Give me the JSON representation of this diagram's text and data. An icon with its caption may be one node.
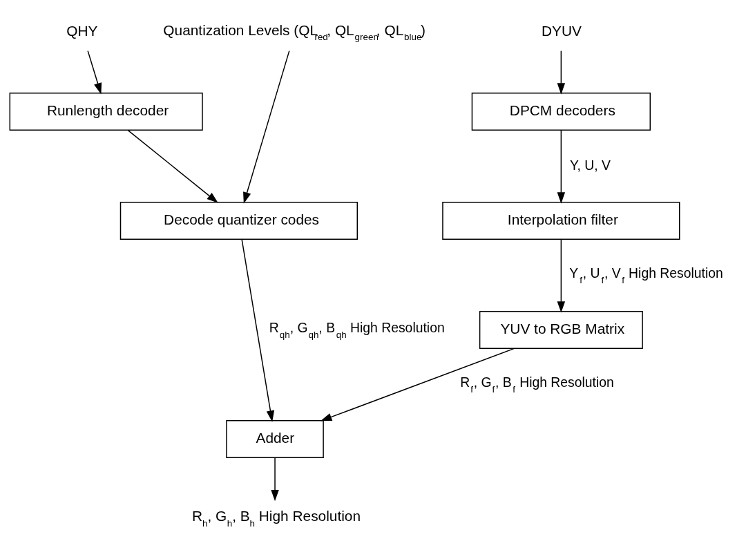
{
  "diagram": {
    "nodes": [
      {
        "text": [
          "QHY"
        ]
      },
      {
        "text": [
          "Quantization Levels (QL$_{red}$, QL$_{green}$, QL$_{blue}$)"
        ]
      },
      {
        "text": [
          "DYUV"
        ]
      },
      {
        "text": [
          "Runlength decoder"
        ]
      },
      {
        "text": [
          "DPCM decoders"
        ]
      },
      {
        "text": [
          "Decode quantizer codes"
        ]
      },
      {
        "text": [
          "Interpolation filter"
        ]
      },
      {
        "text": [
          "YUV to RGB Matrix"
        ]
      },
      {
        "text": [
          "Adder"
        ]
      },
      {
        "text": [
          "R$_{h}$, G$_{h}$, B$_{h}$ High Resolution"
        ]
      }
    ],
    "edges": [
      {
        "from": 0,
        "to": 3,
        "arrow": "to"
      },
      {
        "from": 1,
        "to": 5,
        "arrow": "to"
      },
      {
        "from": 2,
        "to": 4,
        "arrow": "to"
      },
      {
        "from": 3,
        "to": 5,
        "arrow": "to"
      },
      {
        "from": 4,
        "to": 6,
        "arrow": "to",
        "label": "Y, U, V"
      },
      {
        "from": 5,
        "to": 8,
        "arrow": "to",
        "label": "R$_{qh}$, G$_{qh}$, B$_{qh}$ High Resolution"
      },
      {
        "from": 6,
        "to": 7,
        "arrow": "to",
        "label": "Y$_{f}$, U$_{f}$, V$_{f}$ High Resolution"
      },
      {
        "from": 7,
        "to": 8,
        "arrow": "to",
        "label": "R$_{f}$, G$_{f}$, B$_{f}$ High Resolution"
      },
      {
        "from": 8,
        "to": 9,
        "arrow": "to"
      }
    ]
  }
}
